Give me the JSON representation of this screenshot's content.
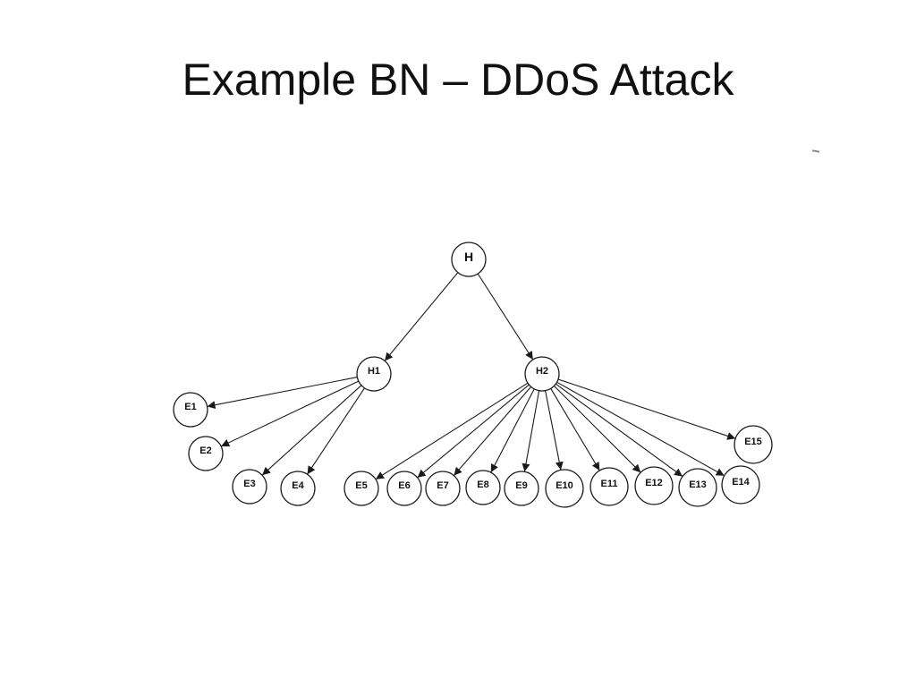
{
  "slide": {
    "title": "Example BN – DDoS Attack"
  },
  "diagram": {
    "nodes": [
      {
        "id": "H",
        "label": "H"
      },
      {
        "id": "H1",
        "label": "H1"
      },
      {
        "id": "H2",
        "label": "H2"
      },
      {
        "id": "E1",
        "label": "E1"
      },
      {
        "id": "E2",
        "label": "E2"
      },
      {
        "id": "E3",
        "label": "E3"
      },
      {
        "id": "E4",
        "label": "E4"
      },
      {
        "id": "E5",
        "label": "E5"
      },
      {
        "id": "E6",
        "label": "E6"
      },
      {
        "id": "E7",
        "label": "E7"
      },
      {
        "id": "E8",
        "label": "E8"
      },
      {
        "id": "E9",
        "label": "E9"
      },
      {
        "id": "E10",
        "label": "E10"
      },
      {
        "id": "E11",
        "label": "E11"
      },
      {
        "id": "E12",
        "label": "E12"
      },
      {
        "id": "E13",
        "label": "E13"
      },
      {
        "id": "E14",
        "label": "E14"
      },
      {
        "id": "E15",
        "label": "E15"
      }
    ],
    "edges": [
      [
        "H",
        "H1"
      ],
      [
        "H",
        "H2"
      ],
      [
        "H1",
        "E1"
      ],
      [
        "H1",
        "E2"
      ],
      [
        "H1",
        "E3"
      ],
      [
        "H1",
        "E4"
      ],
      [
        "H2",
        "E5"
      ],
      [
        "H2",
        "E6"
      ],
      [
        "H2",
        "E7"
      ],
      [
        "H2",
        "E8"
      ],
      [
        "H2",
        "E9"
      ],
      [
        "H2",
        "E10"
      ],
      [
        "H2",
        "E11"
      ],
      [
        "H2",
        "E12"
      ],
      [
        "H2",
        "E13"
      ],
      [
        "H2",
        "E14"
      ],
      [
        "H2",
        "E15"
      ]
    ]
  }
}
